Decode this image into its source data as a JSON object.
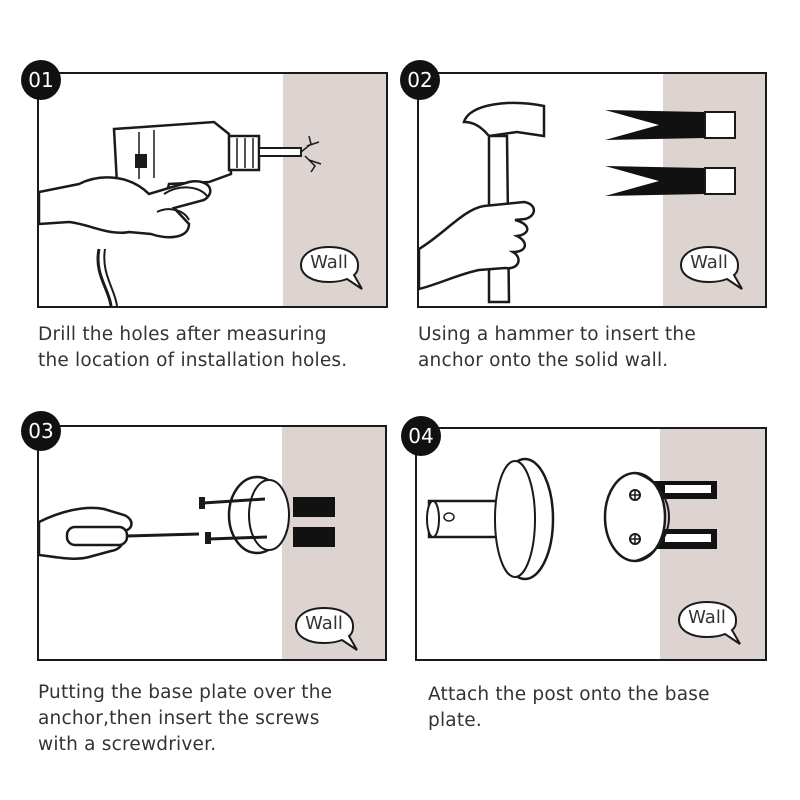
{
  "steps": [
    {
      "number": "01",
      "wall_label": "Wall",
      "caption": [
        "Drill the holes after measuring",
        "the location of installation holes."
      ]
    },
    {
      "number": "02",
      "wall_label": "Wall",
      "caption": [
        "Using a hammer to insert the",
        "anchor onto the solid wall."
      ]
    },
    {
      "number": "03",
      "wall_label": "Wall",
      "caption": [
        "Putting the base plate over the",
        "anchor,then insert the screws",
        "with a screwdriver."
      ]
    },
    {
      "number": "04",
      "wall_label": "Wall",
      "caption": [
        "Attach the post onto the base",
        "plate."
      ]
    }
  ],
  "colors": {
    "wall": "#ddd4d1",
    "outline": "#1a1a1a",
    "badge": "#111111"
  }
}
